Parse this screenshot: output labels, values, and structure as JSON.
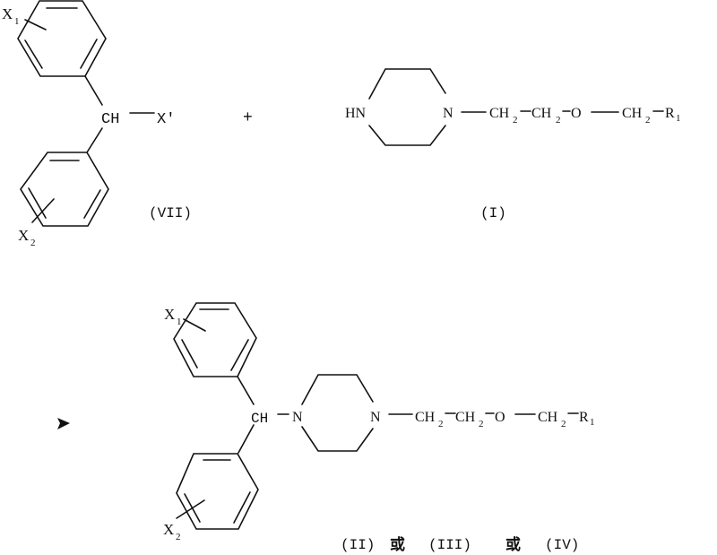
{
  "reaction": {
    "reactant_1": {
      "label": "(VII)",
      "substituent_top": "X",
      "substituent_top_sub": "1",
      "substituent_bottom": "X",
      "substituent_bottom_sub": "2",
      "center": "CH",
      "leaving_group": "X'"
    },
    "plus": "+",
    "reactant_2": {
      "label": "(I)",
      "amine": "HN",
      "n": "N",
      "ch2a": "CH",
      "o": "O",
      "r": "R",
      "r_sub": "1",
      "sub2": "2"
    },
    "arrow": "➤",
    "product": {
      "substituent_top": "X",
      "substituent_top_sub": "1",
      "substituent_bottom": "X",
      "substituent_bottom_sub": "2",
      "center": "CH",
      "n1": "N",
      "n2": "N",
      "ch2": "CH",
      "sub2": "2",
      "o": "O",
      "r": "R",
      "r_sub": "1",
      "labels": {
        "a": "(II)",
        "or1": "或",
        "b": "(III)",
        "or2": "或",
        "c": "(IV)"
      }
    }
  }
}
